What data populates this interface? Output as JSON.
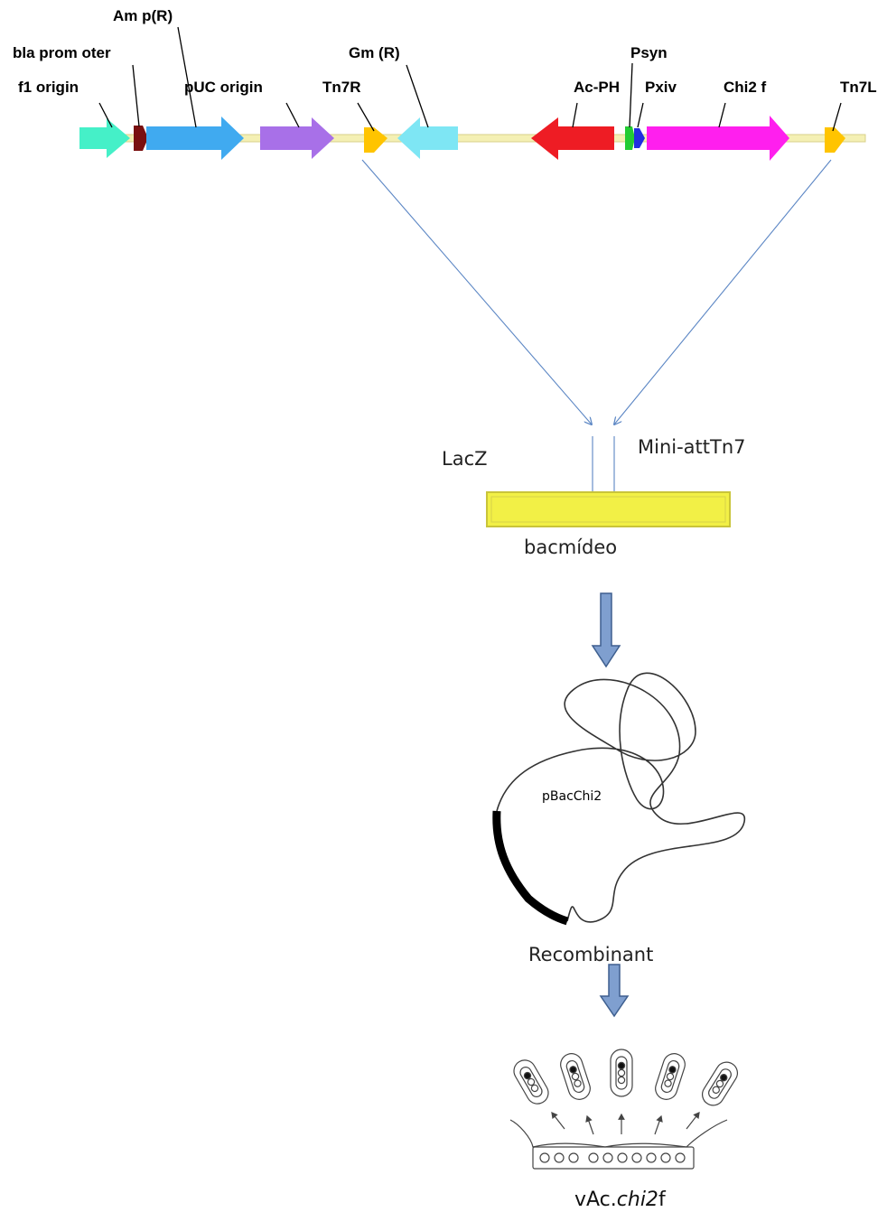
{
  "plasmid": {
    "labels": {
      "f1_origin": "f1 origin",
      "bla_promoter": "bla prom oter",
      "amp_r": "Am p(R)",
      "puc_origin": "pUC origin",
      "tn7r": "Tn7R",
      "gm_r": "Gm (R)",
      "ac_ph": "Ac-PH",
      "psyn": "Psyn",
      "pxiv": "Pxiv",
      "chi2f": "Chi2 f",
      "tn7l": "Tn7L"
    },
    "colors": {
      "f1_origin": "#45f0c8",
      "bla_promoter": "#7a1010",
      "amp_r": "#40aaf0",
      "puc_origin": "#a870e8",
      "tn7": "#ffc400",
      "gm_r": "#7ee6f4",
      "ac_ph": "#ee1c24",
      "psyn": "#22cc33",
      "pxiv": "#2030e0",
      "chi2f": "#ff1fee",
      "backbone": "#f4f0b4"
    }
  },
  "bacmid": {
    "lacz": "LacZ",
    "mini_att": "Mini-attTn7",
    "name": "bacmídeo",
    "color": "#f2f046"
  },
  "recombinant": {
    "name": "pBacChi2",
    "partial_caption": "Recombinant"
  },
  "final": {
    "prefix": "vAc.",
    "gene_italic": "chi2",
    "suffix": "f"
  },
  "down_arrow_color": "#7f9fcf"
}
